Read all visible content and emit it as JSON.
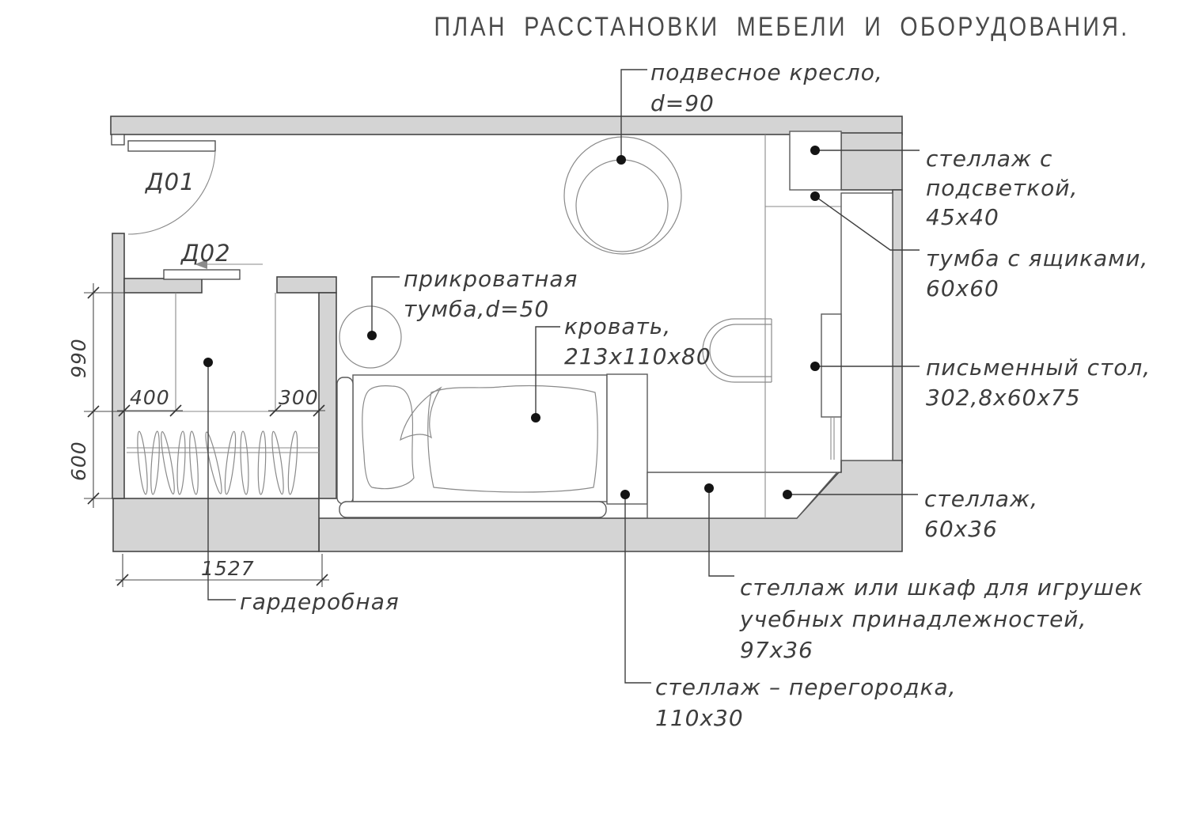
{
  "title": "ПЛАН РАССТАНОВКИ МЕБЕЛИ И ОБОРУДОВАНИЯ.",
  "doors": {
    "d01": "Д01",
    "d02": "Д02"
  },
  "dimensions": {
    "left_top": "990",
    "left_bottom": "600",
    "shelf_left": "400",
    "shelf_right": "300",
    "wardrobe_width": "1527"
  },
  "annotations": {
    "hanging_chair": {
      "l1": "подвесное кресло,",
      "l2": "d=90"
    },
    "bedside_table": {
      "l1": "прикроватная",
      "l2": "тумба,d=50"
    },
    "bed": {
      "l1": "кровать,",
      "l2": "213x110x80"
    },
    "lit_shelf": {
      "l1": "стеллаж с",
      "l2": "подсветкой,",
      "l3": "45x40"
    },
    "drawer_cabinet": {
      "l1": "тумба с ящиками,",
      "l2": "60x60"
    },
    "desk": {
      "l1": "письменный стол,",
      "l2": "302,8x60x75"
    },
    "corner_shelf": {
      "l1": "стеллаж,",
      "l2": "60x36"
    },
    "toy_shelf": {
      "l1": "стеллаж или шкаф для игрушек",
      "l2": "учебных принадлежностей,",
      "l3": "97x36"
    },
    "partition_shelf": {
      "l1": "стеллаж – перегородка,",
      "l2": "110x30"
    },
    "wardrobe": {
      "l1": "гардеробная"
    }
  },
  "colors": {
    "wall_fill": "#d4d4d4",
    "line": "#454545",
    "thin_line": "#8a8a8a",
    "text": "#3d3d3d",
    "background": "#ffffff"
  }
}
